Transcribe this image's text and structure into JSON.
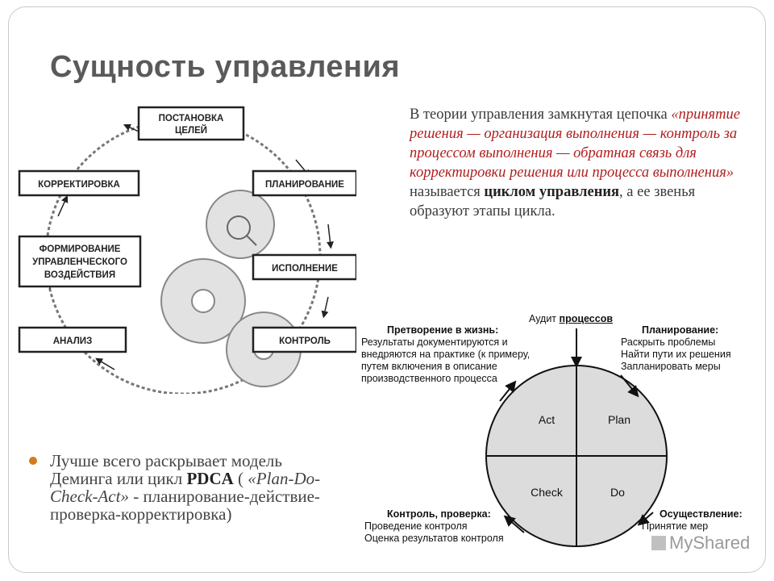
{
  "slide": {
    "title": "Сущность управления",
    "theory_text": {
      "part1": "В теории управления замкнутая цепочка ",
      "part2_quote": "«принятие решения — организация выполнения — контроль за процессом выполнения — обратная связь для корректировки решения или процесса выполнения»",
      "part3": " называется ",
      "bold": "циклом управления",
      "part4": ", а ее звенья образуют этапы цикла."
    },
    "bullet": {
      "part1": "Лучше всего раскрывает модель Деминга или цикл ",
      "bold": "PDCA",
      "part2": " ( ",
      "italic": "«Plan-Do-Check-Act»",
      "part3": " - планирование-действие-проверка-корректировка)"
    }
  },
  "cycle_diagram": {
    "boxes": {
      "goals_line1": "ПОСТАНОВКА",
      "goals_line2": "ЦЕЛЕЙ",
      "planning": "ПЛАНИРОВАНИЕ",
      "execution": "ИСПОЛНЕНИЕ",
      "control": "КОНТРОЛЬ",
      "analysis": "АНАЛИЗ",
      "forming_line1": "ФОРМИРОВАНИЕ",
      "forming_line2": "УПРАВЛЕНЧЕСКОГО",
      "forming_line3": "ВОЗДЕЙСТВИЯ",
      "correction": "КОРРЕКТИРОВКА"
    }
  },
  "pdca_diagram": {
    "audit_prefix": "Аудит ",
    "audit_bold": "процессов",
    "quadrants": {
      "act": "Act",
      "plan": "Plan",
      "check": "Check",
      "do": "Do"
    },
    "implementation": {
      "heading": "Претворение в жизнь:",
      "text": "Результаты документируются и внедряются на практике (к примеру, путем включения в описание производственного процесса"
    },
    "planning": {
      "heading": "Планирование:",
      "items": [
        "Раскрыть проблемы",
        "Найти пути их решения",
        "Запланировать меры"
      ]
    },
    "control": {
      "heading": "Контроль, проверка:",
      "items": [
        "Проведение контроля",
        "Оценка результатов контроля"
      ]
    },
    "doing": {
      "heading": "Осуществление:",
      "items": [
        "Принятие мер"
      ]
    }
  },
  "watermark": {
    "text": "MyShared"
  }
}
